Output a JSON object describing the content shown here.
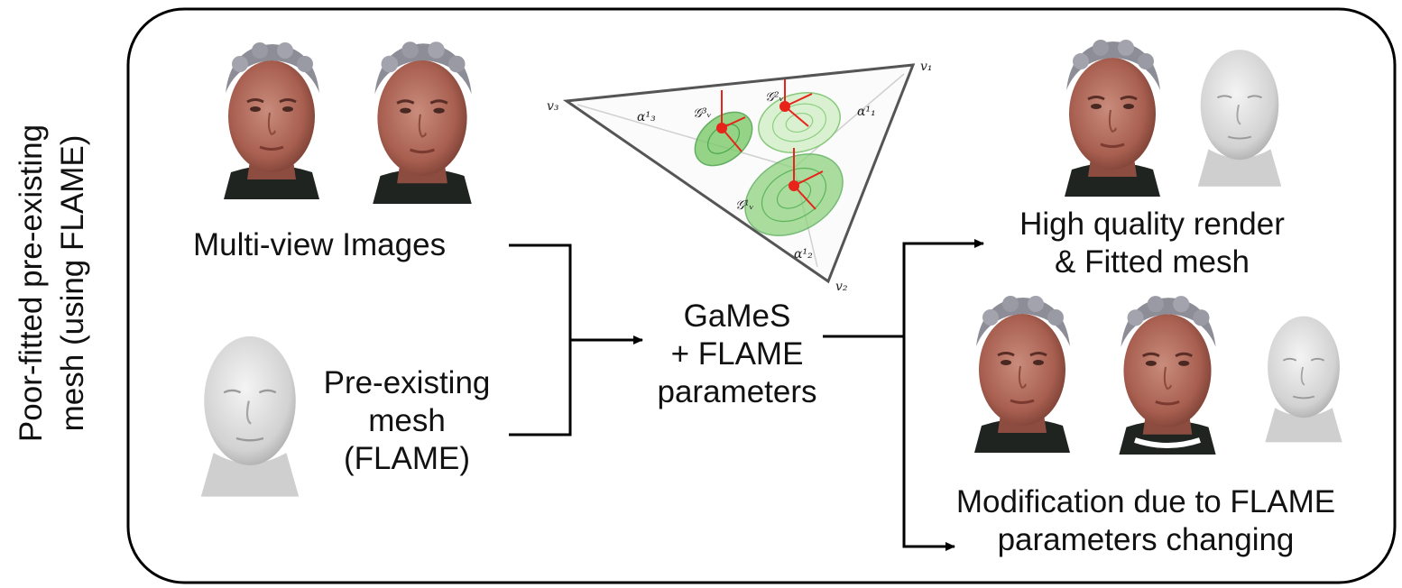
{
  "side_label": {
    "line1": "Poor-fitted pre-existing",
    "line2": "mesh (using FLAME)"
  },
  "input": {
    "images_label": "Multi-view Images",
    "mesh_label": {
      "line1": "Pre-existing",
      "line2": "mesh",
      "line3": "(FLAME)"
    }
  },
  "center": {
    "line1": "GaMeS",
    "line2": "+ FLAME",
    "line3": "parameters"
  },
  "triangle": {
    "vertices": [
      "v₁",
      "v₂",
      "v₃"
    ],
    "gaussians": [
      "𝒢¹ᵥ",
      "𝒢²ᵥ",
      "𝒢³ᵥ"
    ],
    "alphas": [
      "α¹₁",
      "α¹₂",
      "α¹₃"
    ]
  },
  "output": {
    "render_label": {
      "line1": "High quality render",
      "line2": "& Fitted mesh"
    },
    "mod_label": {
      "line1": "Modification due to FLAME",
      "line2": "parameters changing"
    }
  },
  "colors": {
    "skin": "#b86a5a",
    "hair": "#8a8a94",
    "mesh": "#d9d9d9",
    "gaussian": "#7ccb6a",
    "point": "#e8231a"
  }
}
